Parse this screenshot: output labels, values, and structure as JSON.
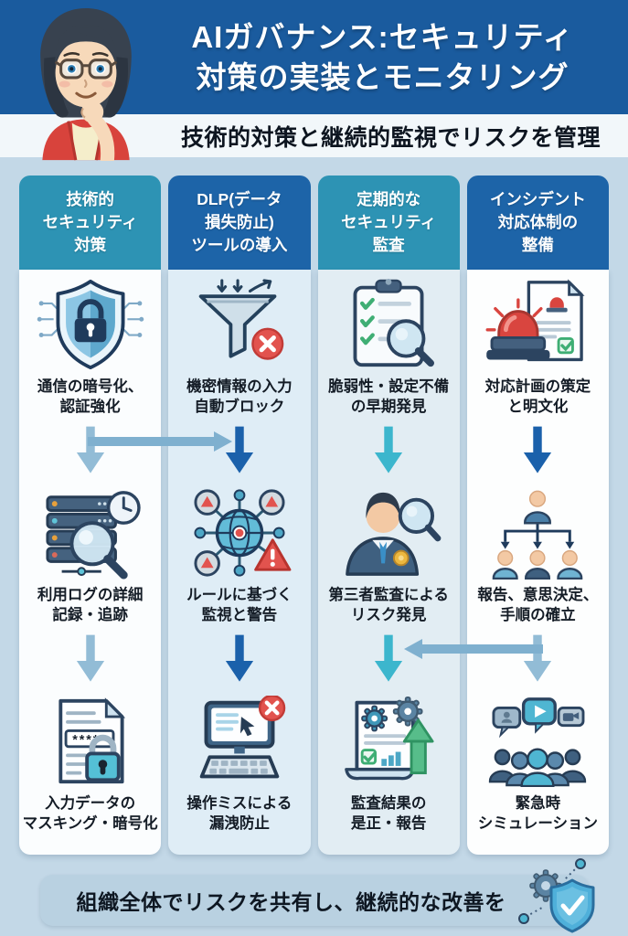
{
  "page": {
    "bg": "#c3d8e7"
  },
  "header": {
    "bg": "#1a5b9e",
    "title": "AIガバナンス:セキュリティ\n対策の実装とモニタリング",
    "subtitle_bg": "#f2f7fa",
    "subtitle": "技術的対策と継続的監視でリスクを管理",
    "avatar_icon": "thinking-woman-avatar"
  },
  "columns": [
    {
      "id": "technical-security",
      "header": "技術的\nセキュリティ\n対策",
      "header_bg": "#2d93b4",
      "body_bg": "#fbfdfe",
      "steps": [
        {
          "icon": "shield-lock-icon",
          "caption": "通信の暗号化、\n認証強化"
        },
        {
          "icon": "server-log-search-icon",
          "caption": "利用ログの詳細\n記録・追跡"
        },
        {
          "icon": "masked-document-lock-icon",
          "caption": "入力データの\nマスキング・暗号化",
          "masked_value": "*****"
        }
      ],
      "arrow_colors": [
        "#92bcd6",
        "#92bcd6"
      ]
    },
    {
      "id": "dlp-tool",
      "header": "DLP(データ\n損失防止)\nツールの導入",
      "header_bg": "#1d64a8",
      "body_bg": "#dfedf6",
      "steps": [
        {
          "icon": "funnel-block-icon",
          "caption": "機密情報の入力\n自動ブロック"
        },
        {
          "icon": "network-alert-icon",
          "caption": "ルールに基づく\n監視と警告"
        },
        {
          "icon": "monitor-error-icon",
          "caption": "操作ミスによる\n漏洩防止"
        }
      ],
      "arrow_colors": [
        "#1b61ab",
        "#1b61ab"
      ]
    },
    {
      "id": "security-audit",
      "header": "定期的な\nセキュリティ\n監査",
      "header_bg": "#2d93b4",
      "body_bg": "#e2edf3",
      "steps": [
        {
          "icon": "checklist-search-icon",
          "caption": "脆弱性・設定不備\nの早期発見"
        },
        {
          "icon": "auditor-search-icon",
          "caption": "第三者監査による\nリスク発見"
        },
        {
          "icon": "audit-report-improve-icon",
          "caption": "監査結果の\n是正・報告"
        }
      ],
      "arrow_colors": [
        "#3cb6cd",
        "#3cb6cd"
      ]
    },
    {
      "id": "incident-response",
      "header": "インシデント\n対応体制の\n整備",
      "header_bg": "#1d64a8",
      "body_bg": "#fdfefe",
      "steps": [
        {
          "icon": "siren-plan-icon",
          "caption": "対応計画の策定\nと明文化"
        },
        {
          "icon": "org-chart-icon",
          "caption": "報告、意思決定、\n手順の確立"
        },
        {
          "icon": "simulation-icon",
          "caption": "緊急時\nシミュレーション"
        }
      ],
      "arrow_colors": [
        "#1b61ab",
        "#92bcd6"
      ]
    }
  ],
  "connectors": [
    {
      "id": "col1-to-col2",
      "direction": "right",
      "color": "#7fb0cf"
    },
    {
      "id": "col4-to-col3",
      "direction": "left",
      "color": "#7fb0cf"
    }
  ],
  "footer": {
    "bg": "#b9d1e1",
    "text": "組織全体でリスクを共有し、継続的な改善を",
    "icon": "gear-shield-check-icon"
  }
}
